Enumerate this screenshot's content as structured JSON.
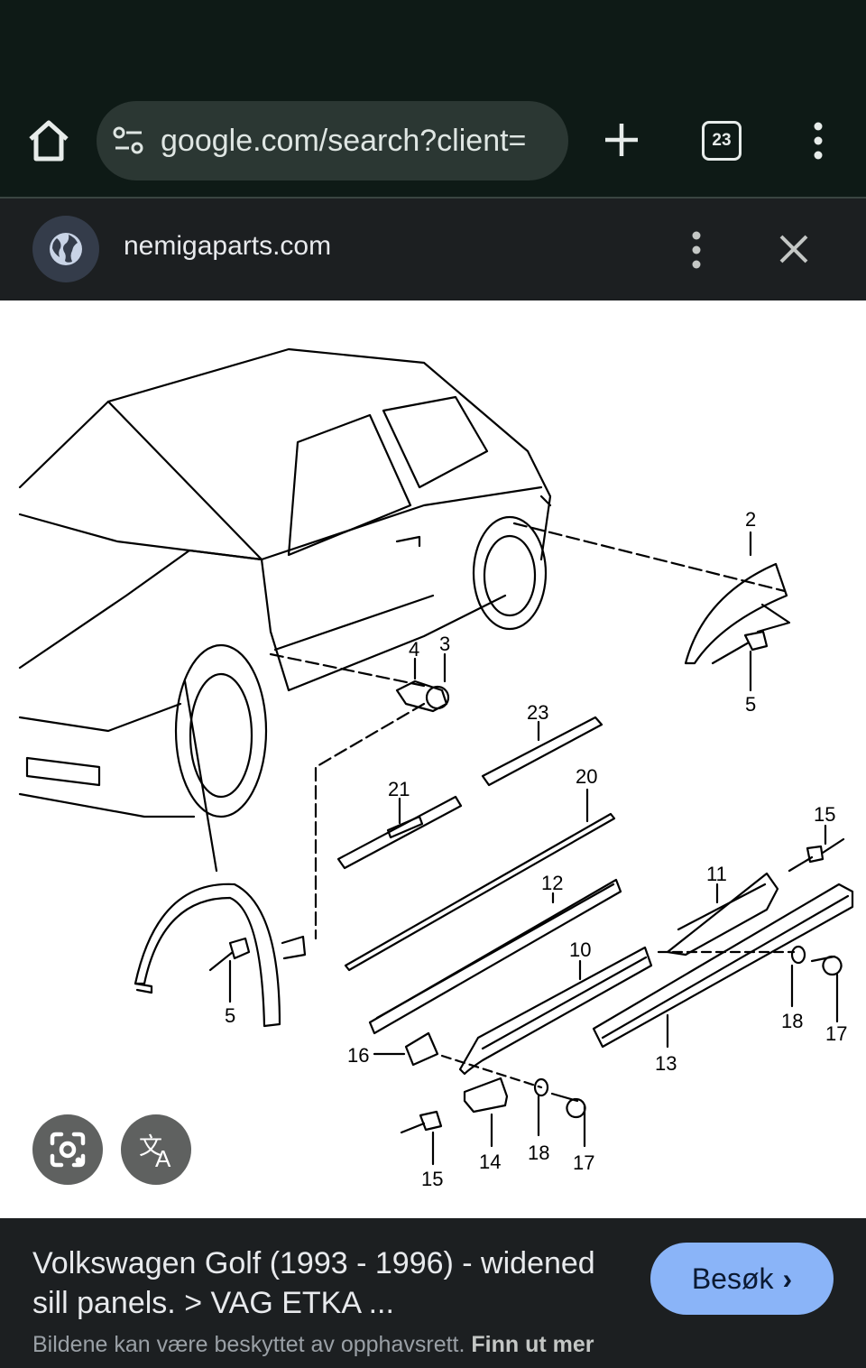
{
  "browser": {
    "url": "google.com/search?client=",
    "tab_count": "23"
  },
  "site": {
    "name": "nemigaparts.com"
  },
  "diagram": {
    "callouts": [
      "2",
      "3",
      "4",
      "5",
      "23",
      "20",
      "21",
      "12",
      "15",
      "11",
      "10",
      "16",
      "13",
      "18",
      "17",
      "14",
      "18",
      "17",
      "15",
      "5"
    ]
  },
  "result": {
    "title": "Volkswagen Golf (1993 - 1996) - widened sill panels. > VAG ETKA ...",
    "visit_label": "Besøk",
    "copyright_text": "Bildene kan være beskyttet av opphavsrett.",
    "learn_more": "Finn ut mer"
  },
  "colors": {
    "accent": "#8ab4f8",
    "toolbar": "#0e1a16",
    "panel": "#1c1f21"
  }
}
